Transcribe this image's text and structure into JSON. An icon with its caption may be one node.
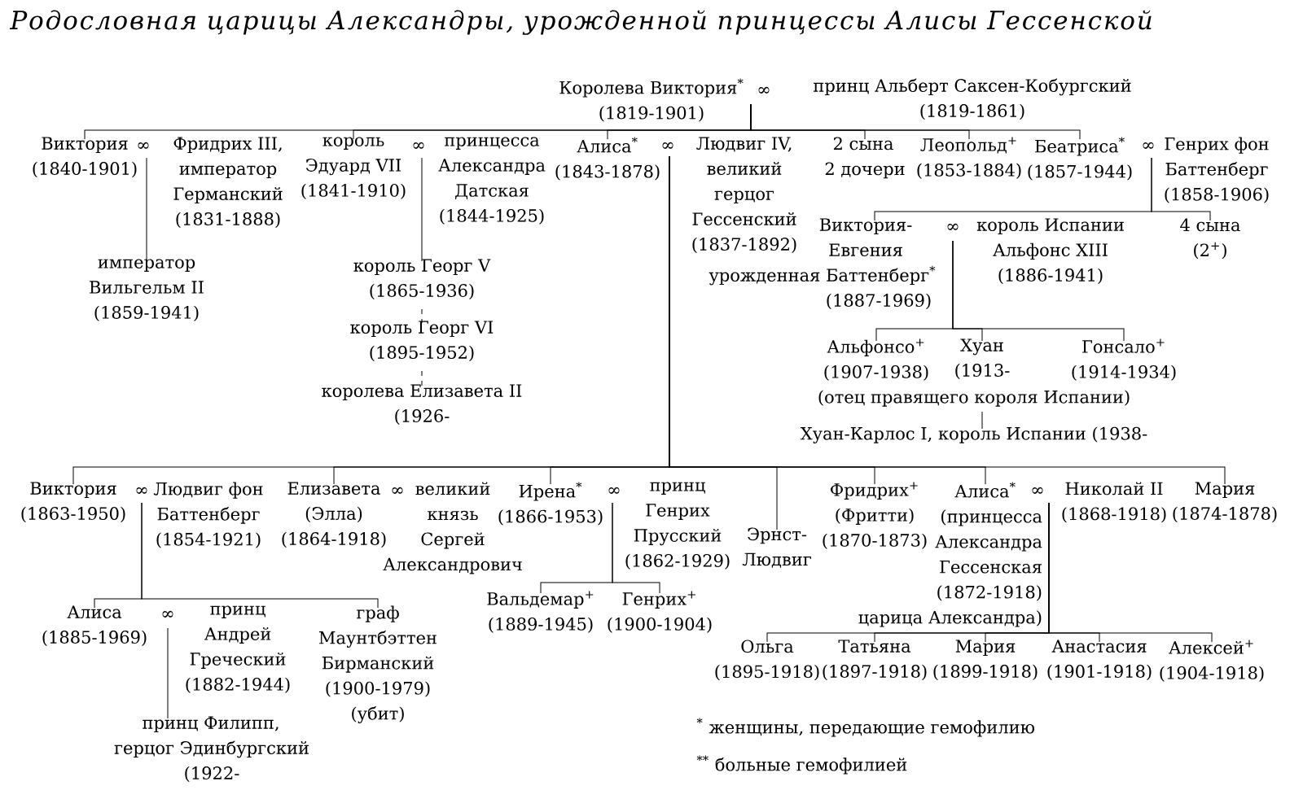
{
  "diagram": {
    "title": "Родословная царицы Александры, урожденной принцессы Алисы Гессенской",
    "nodes": [
      {
        "text": [
          "Королева Виктория$^{*}$",
          "(1819-1901)"
        ]
      },
      {
        "text": [
          "принц Альберт Саксен-Кобургский",
          "(1819-1861)"
        ]
      },
      {
        "text": [
          "Виктория",
          "(1840-1901)"
        ]
      },
      {
        "text": [
          "Фридрих III, император Германский",
          "(1831-1888)"
        ]
      },
      {
        "text": [
          "король Эдуард VII",
          "(1841-1910)"
        ]
      },
      {
        "text": [
          "принцесса Александра Датская",
          "(1844-1925)"
        ]
      },
      {
        "text": [
          "Алиса$^{*}$",
          "(1843-1878)"
        ]
      },
      {
        "text": [
          "Людвиг IV, великий герцог Гессенский",
          "(1837-1892)"
        ]
      },
      {
        "text": [
          "2 сына 2 дочери"
        ]
      },
      {
        "text": [
          "Леопольд$^{+}$",
          "(1853-1884)"
        ]
      },
      {
        "text": [
          "Беатриса$^{*}$",
          "(1857-1944)"
        ]
      },
      {
        "text": [
          "Генрих фон Баттенберг",
          "(1858-1906)"
        ]
      },
      {
        "text": [
          "император Вильгельм II",
          "(1859-1941)"
        ]
      },
      {
        "text": [
          "король Георг V",
          "(1865-1936)"
        ]
      },
      {
        "text": [
          "король Георг VI",
          "(1895-1952)"
        ]
      },
      {
        "text": [
          "королева Елизавета II",
          "(1926-"
        ]
      },
      {
        "text": [
          "Виктория-Евгения урожденная Баттенберг$^{*}$",
          "(1887-1969)"
        ]
      },
      {
        "text": [
          "король Испании Альфонс XIII",
          "(1886-1941)"
        ]
      },
      {
        "text": [
          "4 сына (2$^{+}$)"
        ]
      },
      {
        "text": [
          "Альфонсо$^{+}$",
          "(1907-1938)"
        ]
      },
      {
        "text": [
          "Хуан",
          "(1913-"
        ],
        "beside": [
          "(отец правящего короля Испании)"
        ]
      },
      {
        "text": [
          "Гонсало$^{+}$",
          "(1914-1934)"
        ]
      },
      {
        "text": [
          "Хуан-Карлос I, король Испании (1938-"
        ]
      },
      {
        "text": [
          "Виктория",
          "(1863-1950)"
        ]
      },
      {
        "text": [
          "Людвиг фон Баттенберг",
          "(1854-1921)"
        ]
      },
      {
        "text": [
          "Елизавета (Элла)",
          "(1864-1918)"
        ]
      },
      {
        "text": [
          "великий князь Сергей Александрович"
        ]
      },
      {
        "text": [
          "Ирена$^{*}$",
          "(1866-1953)"
        ]
      },
      {
        "text": [
          "принц Генрих Прусский",
          "(1862-1929)"
        ]
      },
      {
        "text": [
          "Эрнст-Людвиг"
        ]
      },
      {
        "text": [
          "Фридрих$^{+}$ (Фритти)",
          "(1870-1873)"
        ]
      },
      {
        "text": [
          "Алиса$^{*}$",
          "(принцесса Александра Гессенская (1872-1918) царица Александра)"
        ]
      },
      {
        "text": [
          "Николай II",
          "(1868-1918)"
        ]
      },
      {
        "text": [
          "Мария",
          "(1874-1878)"
        ]
      },
      {
        "text": [
          "Вальдемар$^{+}$",
          "(1889-1945)"
        ]
      },
      {
        "text": [
          "Генрих$^{+}$",
          "(1900-1904)"
        ]
      },
      {
        "text": [
          "Алиса",
          "(1885-1969)"
        ]
      },
      {
        "text": [
          "принц Андрей Греческий",
          "(1882-1944)"
        ]
      },
      {
        "text": [
          "граф Маунтбэттен Бирманский",
          "(1900-1979) (убит)"
        ]
      },
      {
        "text": [
          "принц Филипп, герцог Эдинбургский",
          "(1922-"
        ]
      },
      {
        "text": [
          "Ольга",
          "(1895-1918)"
        ]
      },
      {
        "text": [
          "Татьяна",
          "(1897-1918)"
        ]
      },
      {
        "text": [
          "Мария",
          "(1899-1918)"
        ]
      },
      {
        "text": [
          "Анастасия",
          "(1901-1918)"
        ]
      },
      {
        "text": [
          "Алексей$^{+}$",
          "(1904-1918)"
        ]
      }
    ],
    "edges": [
      {
        "from": 0,
        "to": 2,
        "arrow": "none"
      },
      {
        "from": 0,
        "to": 4,
        "arrow": "none"
      },
      {
        "from": 0,
        "to": 6,
        "arrow": "none"
      },
      {
        "from": 0,
        "to": 8,
        "arrow": "none"
      },
      {
        "from": 0,
        "to": 9,
        "arrow": "none"
      },
      {
        "from": 0,
        "to": 10,
        "arrow": "none"
      },
      {
        "from": 2,
        "to": 12,
        "arrow": "none"
      },
      {
        "from": 4,
        "to": 13,
        "arrow": "none"
      },
      {
        "from": 13,
        "to": 14,
        "arrow": "none",
        "style": "dashed"
      },
      {
        "from": 14,
        "to": 15,
        "arrow": "none",
        "style": "dashed"
      },
      {
        "from": 10,
        "to": 16,
        "arrow": "none"
      },
      {
        "from": 10,
        "to": 18,
        "arrow": "none"
      },
      {
        "from": 16,
        "to": 19,
        "arrow": "none"
      },
      {
        "from": 16,
        "to": 20,
        "arrow": "none"
      },
      {
        "from": 16,
        "to": 21,
        "arrow": "none"
      },
      {
        "from": 20,
        "to": 22,
        "arrow": "none"
      },
      {
        "from": 6,
        "to": 23,
        "arrow": "none"
      },
      {
        "from": 6,
        "to": 25,
        "arrow": "none"
      },
      {
        "from": 6,
        "to": 27,
        "arrow": "none"
      },
      {
        "from": 6,
        "to": 29,
        "arrow": "none"
      },
      {
        "from": 6,
        "to": 30,
        "arrow": "none"
      },
      {
        "from": 6,
        "to": 31,
        "arrow": "none"
      },
      {
        "from": 6,
        "to": 33,
        "arrow": "none"
      },
      {
        "from": 23,
        "to": 36,
        "arrow": "none"
      },
      {
        "from": 23,
        "to": 38,
        "arrow": "none"
      },
      {
        "from": 36,
        "to": 39,
        "arrow": "none"
      },
      {
        "from": 27,
        "to": 34,
        "arrow": "none"
      },
      {
        "from": 27,
        "to": 35,
        "arrow": "none"
      },
      {
        "from": 31,
        "to": 40,
        "arrow": "none"
      },
      {
        "from": 31,
        "to": 41,
        "arrow": "none"
      },
      {
        "from": 31,
        "to": 42,
        "arrow": "none"
      },
      {
        "from": 31,
        "to": 43,
        "arrow": "none"
      },
      {
        "from": 31,
        "to": 44,
        "arrow": "none"
      }
    ],
    "labels": [
      "∞",
      "∞",
      "∞",
      "∞",
      "∞",
      "∞",
      "∞",
      "∞",
      "∞",
      "∞",
      "∞",
      "$^{*}$ женщины, передающие гемофилию",
      "$^{**}$ больные гемофилией"
    ]
  }
}
